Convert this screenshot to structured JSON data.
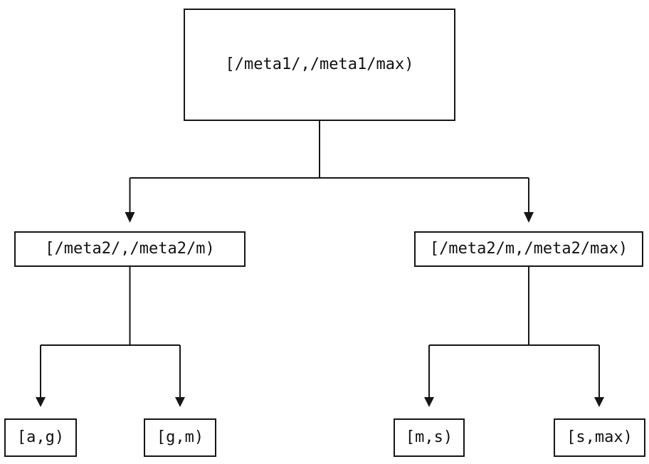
{
  "diagram": {
    "type": "tree",
    "description_colors": {
      "line": "#161616",
      "background": "#ffffff",
      "text": "#111111"
    },
    "nodes": {
      "root": {
        "label": "[/meta1/,/meta1/max)"
      },
      "meta2_left": {
        "label": "[/meta2/,/meta2/m)"
      },
      "meta2_right": {
        "label": "[/meta2/m,/meta2/max)"
      },
      "leaf_ag": {
        "label": "[a,g)"
      },
      "leaf_gm": {
        "label": "[g,m)"
      },
      "leaf_ms": {
        "label": "[m,s)"
      },
      "leaf_smax": {
        "label": "[s,max)"
      }
    },
    "edges": [
      {
        "from": "root",
        "to": "meta2_left"
      },
      {
        "from": "root",
        "to": "meta2_right"
      },
      {
        "from": "meta2_left",
        "to": "leaf_ag"
      },
      {
        "from": "meta2_left",
        "to": "leaf_gm"
      },
      {
        "from": "meta2_right",
        "to": "leaf_ms"
      },
      {
        "from": "meta2_right",
        "to": "leaf_smax"
      }
    ]
  }
}
